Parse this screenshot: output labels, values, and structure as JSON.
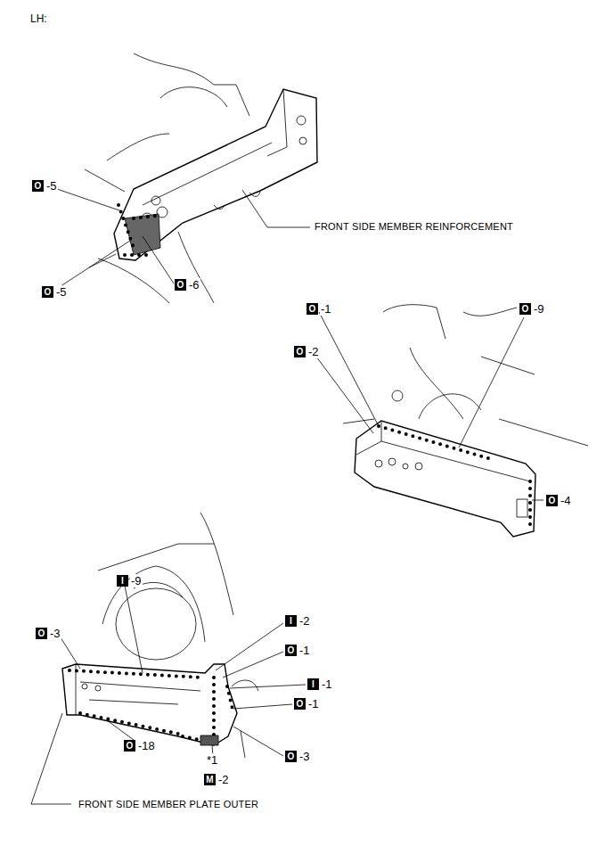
{
  "diagram": {
    "title": "LH:",
    "labels": [
      "O",
      "-5",
      "O",
      "-5",
      "O",
      "-6",
      "FRONT SIDE MEMBER REINFORCEMENT",
      "O",
      "-1",
      "O",
      "-2",
      "O",
      "-9",
      "O",
      "-4",
      "I",
      "-9",
      "O",
      "-3",
      "I",
      "-2",
      "O",
      "-1",
      "I",
      "-1",
      "O",
      "-1",
      "O",
      "-18",
      "O",
      "-3",
      "*1",
      "M",
      "-2",
      "FRONT SIDE MEMBER PLATE OUTER"
    ]
  }
}
